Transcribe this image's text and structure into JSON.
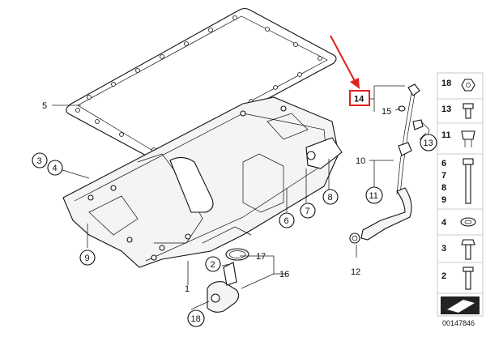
{
  "labels": {
    "l1": "1",
    "l2": "2",
    "l3": "3",
    "l4": "4",
    "l5": "5",
    "l6": "6",
    "l7": "7",
    "l8": "8",
    "l9": "9",
    "l10": "10",
    "l11": "11",
    "l12": "12",
    "l13": "13",
    "l14": "14",
    "l15": "15",
    "l16": "16",
    "l17": "17",
    "l18": "18"
  },
  "panel": {
    "items": [
      "18",
      "13",
      "11",
      "6",
      "7",
      "8",
      "9",
      "4",
      "3",
      "2"
    ]
  },
  "footer": {
    "code": "00147846"
  },
  "colors": {
    "highlight": "#e0201b",
    "line": "#111111"
  },
  "icons": {
    "arrow": "red-arrow-icon",
    "footer": "chevron-arrow-icon"
  }
}
